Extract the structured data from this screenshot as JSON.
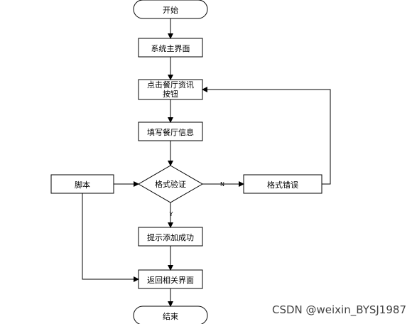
{
  "flowchart": {
    "start": "开始",
    "main_ui": "系统主界面",
    "click_line1": "点击餐厅资讯",
    "click_line2": "按钮",
    "fill_info": "填写餐厅信息",
    "validate": "格式验证",
    "format_error": "格式错误",
    "script": "脚本",
    "success": "提示添加成功",
    "return_ui": "返回相关界面",
    "end": "结束",
    "label_yes": "Y",
    "label_no": "N"
  },
  "watermark": "CSDN @weixin_BYSJ1987"
}
